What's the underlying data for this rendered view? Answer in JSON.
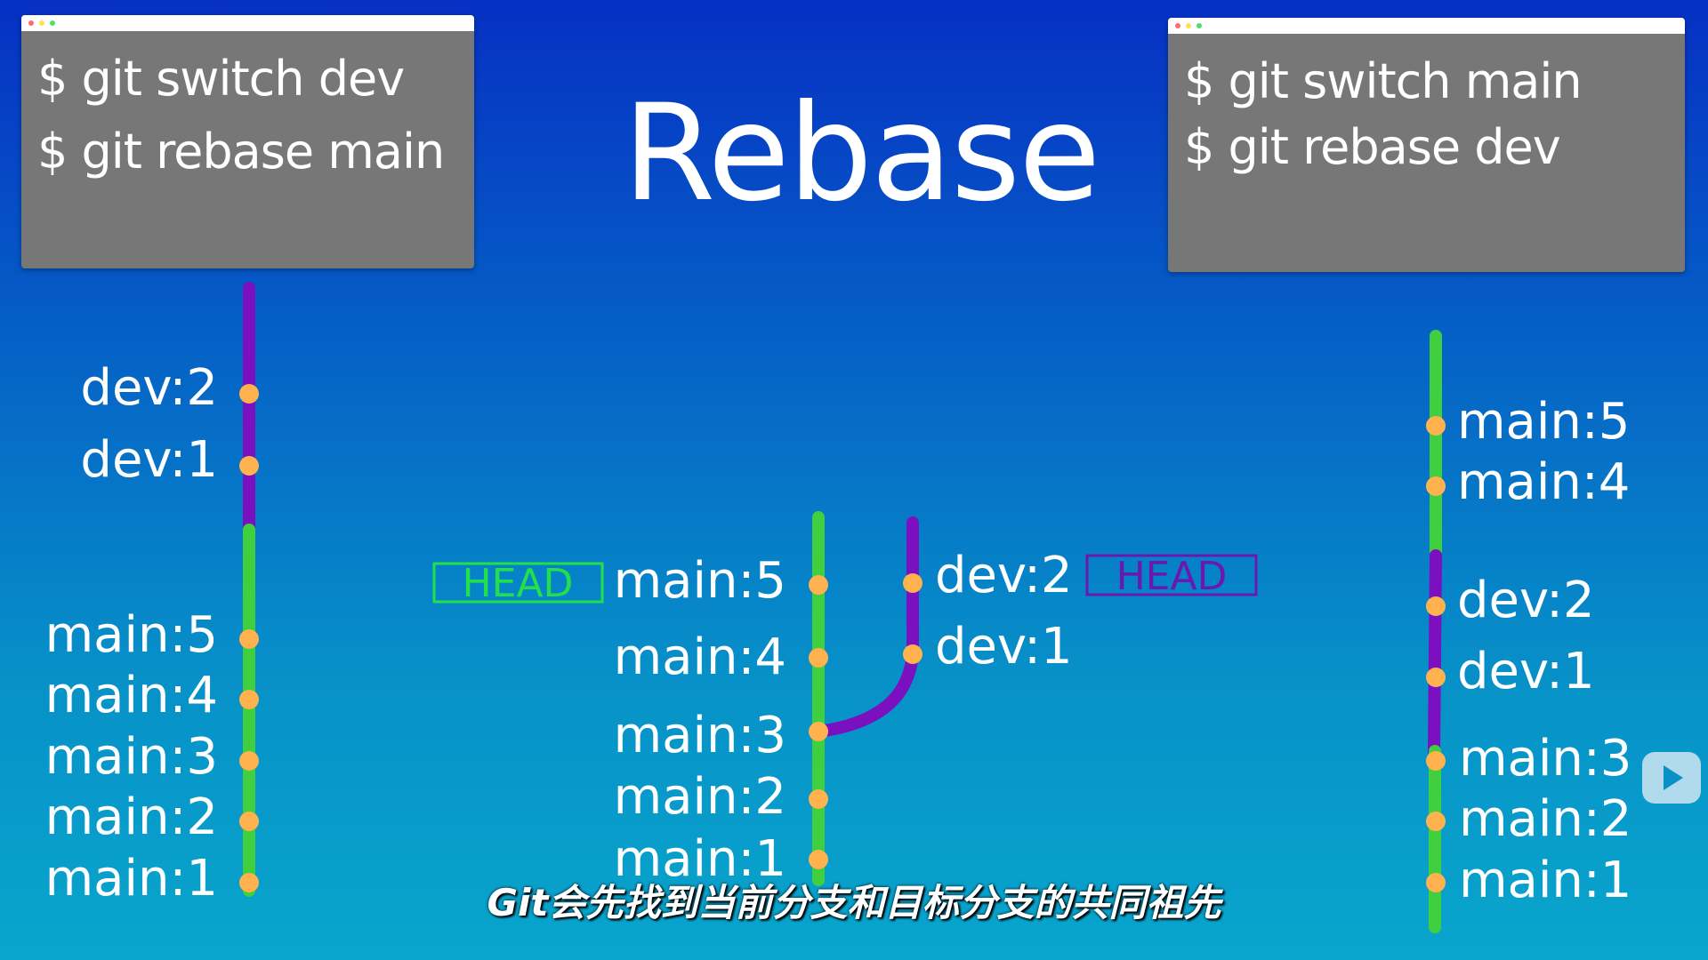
{
  "title": "Rebase",
  "left_terminal": {
    "lines": [
      "$ git switch dev",
      "$ git rebase main"
    ]
  },
  "right_terminal": {
    "lines": [
      "$ git switch main",
      "$ git rebase dev"
    ]
  },
  "left_graph": {
    "dev": [
      "dev:2",
      "dev:1"
    ],
    "main": [
      "main:5",
      "main:4",
      "main:3",
      "main:2",
      "main:1"
    ]
  },
  "middle_graph": {
    "main": [
      "main:5",
      "main:4",
      "main:3",
      "main:2",
      "main:1"
    ],
    "dev": [
      "dev:2",
      "dev:1"
    ],
    "main_head": "HEAD",
    "dev_head": "HEAD"
  },
  "right_graph": {
    "labels": [
      "main:5",
      "main:4",
      "dev:2",
      "dev:1",
      "main:3",
      "main:2",
      "main:1"
    ]
  },
  "subtitle": "Git会先找到当前分支和目标分支的共同祖先",
  "colors": {
    "main_branch": "#3fcf3f",
    "dev_branch": "#7a10c0",
    "commit_dot": "#ffb24d",
    "head_main": "#22e04a",
    "head_dev": "#6a18b0"
  }
}
